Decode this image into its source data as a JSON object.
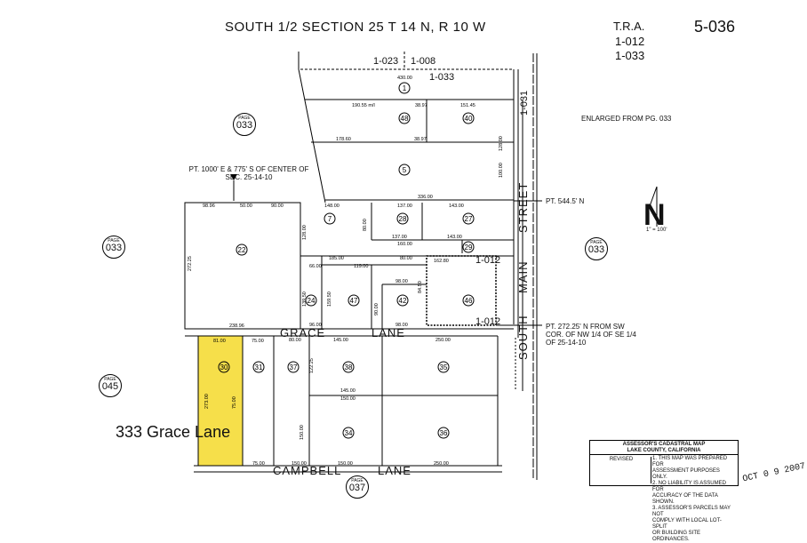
{
  "header": {
    "title": "SOUTH 1/2 SECTION 25 T 14 N, R 10 W",
    "tra_label": "T.R.A.",
    "tra_codes": [
      "1-012",
      "1-033"
    ],
    "map_page": "5-036"
  },
  "notes": {
    "enlarged": "ENLARGED FROM PG. 033",
    "point_center": "PT. 1000' E & 775' S OF CENTER OF SEC. 25-14-10",
    "point_north": "PT. 544.5' N",
    "point_sw": "PT. 272.25' N FROM SW COR. OF NW 1/4 OF SE 1/4 OF 25-14-10"
  },
  "streets": {
    "grace": [
      "GRACE",
      "LANE"
    ],
    "campbell": [
      "CAMPBELL",
      "LANE"
    ],
    "main": [
      "SOUTH",
      "MAIN",
      "STREET"
    ]
  },
  "tra_zones": [
    "1-023",
    "1-008",
    "1-033",
    "1-031",
    "1-012",
    "1-012"
  ],
  "page_refs": [
    {
      "label": "PAGE",
      "number": "033"
    },
    {
      "label": "PAGE",
      "number": "033"
    },
    {
      "label": "PAGE",
      "number": "033"
    },
    {
      "label": "PAGE",
      "number": "045"
    },
    {
      "label": "PAGE",
      "number": "037"
    }
  ],
  "parcels": [
    "1",
    "48",
    "40",
    "5",
    "7",
    "28",
    "27",
    "29",
    "22",
    "24",
    "47",
    "42",
    "46",
    "30",
    "31",
    "37",
    "38",
    "35",
    "34",
    "36"
  ],
  "dimensions": [
    "430.00",
    "190.55 m/l",
    "38.97",
    "151.45",
    "178.60",
    "38.97",
    "336.00",
    "98.96",
    "50.00",
    "90.00",
    "148.00",
    "137.00",
    "143.00",
    "160.00",
    "137.00",
    "143.00",
    "185.00",
    "80.00",
    "66.00",
    "119.00",
    "98.00",
    "96.00",
    "98.00",
    "238.96",
    "162.80",
    "145.00",
    "250.00",
    "81.00",
    "75.00",
    "80.00",
    "145.00",
    "150.00",
    "150.00",
    "75.00",
    "150.00",
    "250.00",
    "272.25",
    "128.00",
    "80.00",
    "139.50",
    "159.50",
    "90.00",
    "84.50",
    "122.25",
    "273.00",
    "150.00",
    "75.00",
    "100.00",
    "128.00",
    "60.00"
  ],
  "highlight": {
    "color": "#f6df4a",
    "address": "333 Grace Lane"
  },
  "north": {
    "letter": "N",
    "scale": "1\" = 100'"
  },
  "assessor_box": {
    "title": "ASSESSOR'S CADASTRAL MAP",
    "county": "LAKE COUNTY, CALIFORNIA",
    "revised": "REVISED",
    "disclaimer": [
      "1. THIS MAP WAS PREPARED FOR",
      "ASSESSMENT PURPOSES ONLY.",
      "2. NO LIABILITY IS ASSUMED FOR",
      "ACCURACY OF THE DATA SHOWN.",
      "3. ASSESSOR'S PARCELS MAY NOT",
      "COMPLY WITH LOCAL LOT-SPLIT",
      "OR BUILDING SITE ORDINANCES."
    ]
  },
  "stamp": "OCT 0 9 2007"
}
